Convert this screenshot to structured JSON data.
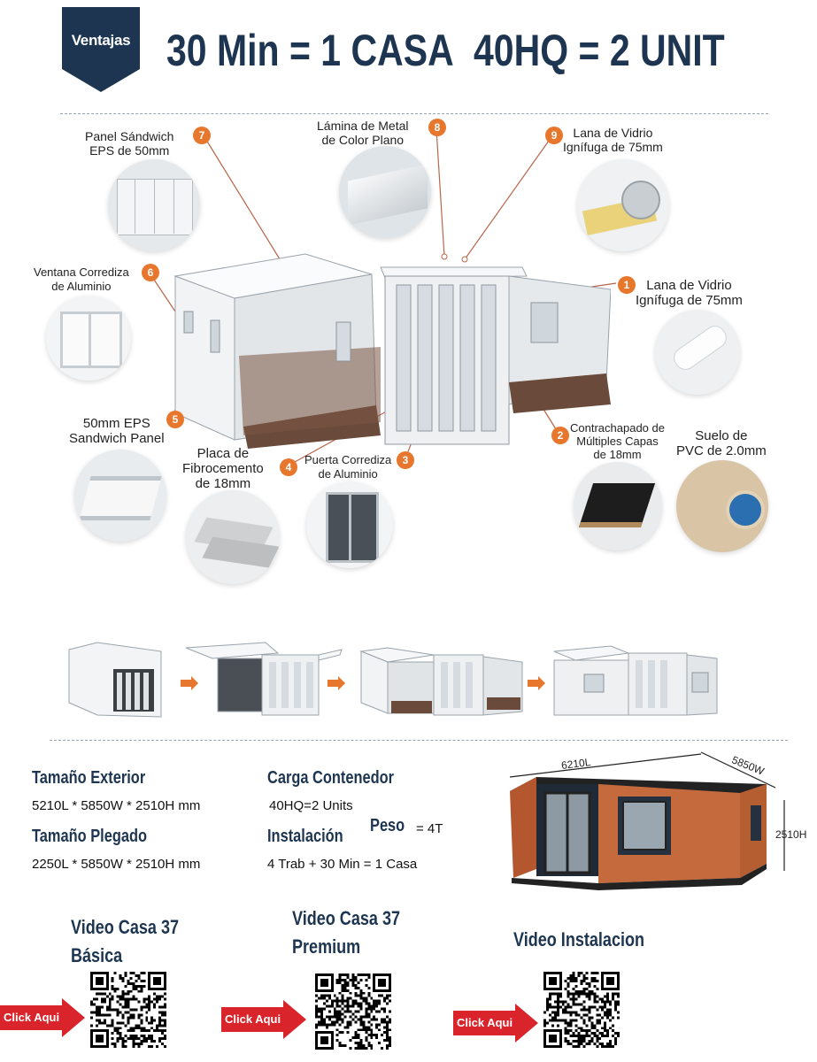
{
  "header": {
    "badge": "Ventajas",
    "headline_left": "30 Min = 1 CASA",
    "headline_right": "40HQ = 2 UNIT"
  },
  "features": [
    {
      "num": "7",
      "label": "Panel Sándwich\nEPS de 50mm"
    },
    {
      "num": "8",
      "label": "Lámina de Metal\nde Color Plano"
    },
    {
      "num": "9",
      "label": "Lana de Vidrio\nIgnífuga de 75mm"
    },
    {
      "num": "6",
      "label": "Ventana Corrediza\nde Aluminio"
    },
    {
      "num": "1",
      "label": "Lana de Vidrio\nIgnífuga de 75mm"
    },
    {
      "num": "5",
      "label": "50mm EPS\nSandwich Panel"
    },
    {
      "num": "4",
      "label": "Placa de\nFibrocemento\nde 18mm"
    },
    {
      "num": "3",
      "label": "Puerta Corrediza\nde Aluminio"
    },
    {
      "num": "2",
      "label": "Contrachapado de\nMúltiples Capas\nde 18mm"
    },
    {
      "num": "",
      "label": "Suelo de\nPVC de 2.0mm"
    }
  ],
  "specs": {
    "exterior_label": "Tamaño Exterior",
    "exterior_value": "5210L * 5850W * 2510H mm",
    "folded_label": "Tamaño Plegado",
    "folded_value": "2250L * 5850W * 2510H mm",
    "load_label": "Carga Contenedor",
    "load_value": "40HQ=2 Units",
    "weight_label": "Peso",
    "weight_value": "= 4T",
    "install_label": "Instalación",
    "install_value": "4 Trab + 30 Min = 1 Casa"
  },
  "dimensions": {
    "length": "6210L",
    "width": "5850W",
    "height": "2510H"
  },
  "videos": [
    {
      "title": "Video Casa 37\nBásica",
      "click": "Click Aqui"
    },
    {
      "title": "Video Casa 37\nPremium",
      "click": "Click Aqui"
    },
    {
      "title": "Video Instalacion",
      "click": "Click Aqui"
    }
  ],
  "colors": {
    "navy": "#1d3550",
    "accent_orange": "#e8772e",
    "click_red": "#d9242b"
  }
}
